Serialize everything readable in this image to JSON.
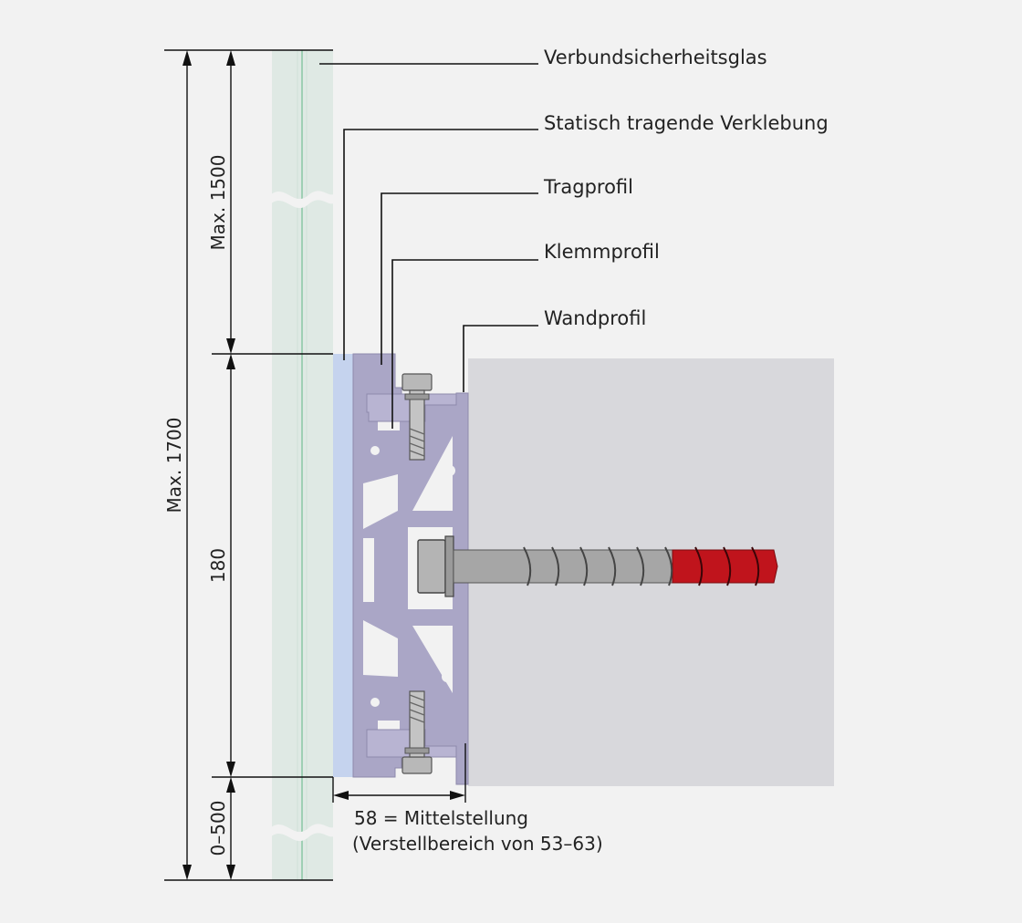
{
  "labels": {
    "glass": "Verbundsicherheitsglas",
    "bonding": "Statisch tragende Verklebung",
    "support_profile": "Tragprofil",
    "clamp_profile": "Klemmprofil",
    "wall_profile": "Wandprofil"
  },
  "dimensions": {
    "total": "Max. 1700",
    "upper": "Max. 1500",
    "profile_height": "180",
    "lower": "0–500",
    "offset_line1": "58 = Mittelstellung",
    "offset_line2": "(Verstellbereich von 53–63)"
  },
  "colors": {
    "background": "#f2f2f2",
    "glass": "#dfe9e4",
    "glass_interlayer": "#9fcfb4",
    "bonding": "#c5d3ee",
    "profile": "#aaa6c6",
    "wall": "#d8d8dc",
    "anchor": "#a6a6a6",
    "anchor_tip": "#c0141c"
  },
  "icons": [
    "hex-bolt-icon",
    "concrete-screw-icon"
  ]
}
